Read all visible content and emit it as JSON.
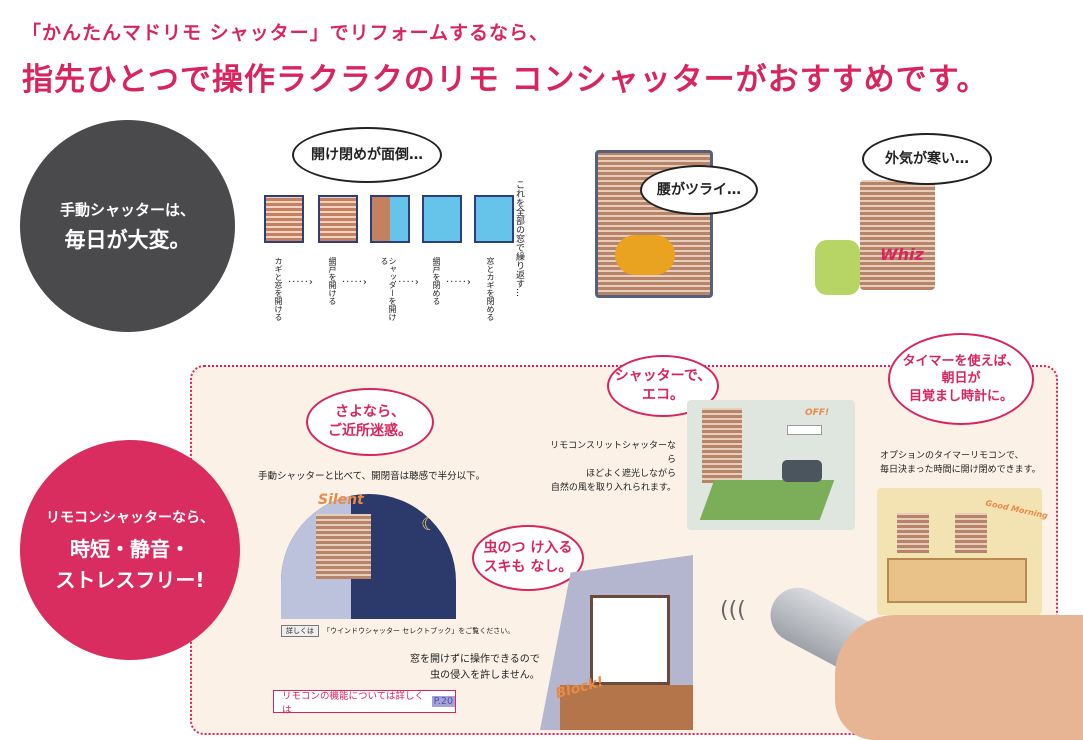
{
  "header": {
    "line1": "「かんたんマドリモ シャッター」でリフォームするなら、",
    "line2": "指先ひとつで操作ラクラクのリモ コンシャッターがおすすめです。"
  },
  "manual": {
    "circle_line1": "手動シャッターは、",
    "circle_line2": "毎日が大変。",
    "bubble": "開け閉めが面倒…",
    "steps": [
      "カギと窓を開ける",
      "網戸を開ける",
      "シャッターを開ける",
      "網戸を閉める",
      "窓とカギを閉める"
    ],
    "repeat": "これを全部の窓で繰り返す…",
    "bubble_back": "腰がツライ…",
    "bubble_cold": "外気が寒い…",
    "whiz": "Whiz"
  },
  "remote": {
    "circle_line1": "リモコンシャッターなら、",
    "circle_line2": "時短・静音・",
    "circle_line3": "ストレスフリー!",
    "quiet": {
      "bubble1": "さよなら、",
      "bubble2": "ご近所迷惑。",
      "caption": "手動シャッターと比べて、開閉音は聴感で半分以下。",
      "silent": "Silent",
      "detail_tag": "詳しくは",
      "detail_text": "「ウインドウシャッター セレクトブック」をご覧ください。"
    },
    "bugs": {
      "bubble1": "虫のつ け入る",
      "bubble2": "スキも なし。",
      "caption1": "窓を開けずに操作できるので",
      "caption2": "虫の侵入を許しません。",
      "block": "Block!"
    },
    "eco": {
      "bubble1": "シャッターで、",
      "bubble2": "エコ。",
      "caption1": "リモコンスリットシャッターなら",
      "caption2": "ほどよく遮光しながら",
      "caption3": "自然の風を取り入れられます。",
      "off": "OFF!"
    },
    "timer": {
      "bubble1": "タイマーを使えば、",
      "bubble2": "朝日が",
      "bubble3": "目覚まし時計に。",
      "caption1": "オプションのタイマーリモコンで、",
      "caption2": "毎日決まった時間に開け閉めできます。",
      "morning": "Good Morning"
    },
    "more_text": "リモコンの機能については詳しくは",
    "more_page": "P.20"
  }
}
